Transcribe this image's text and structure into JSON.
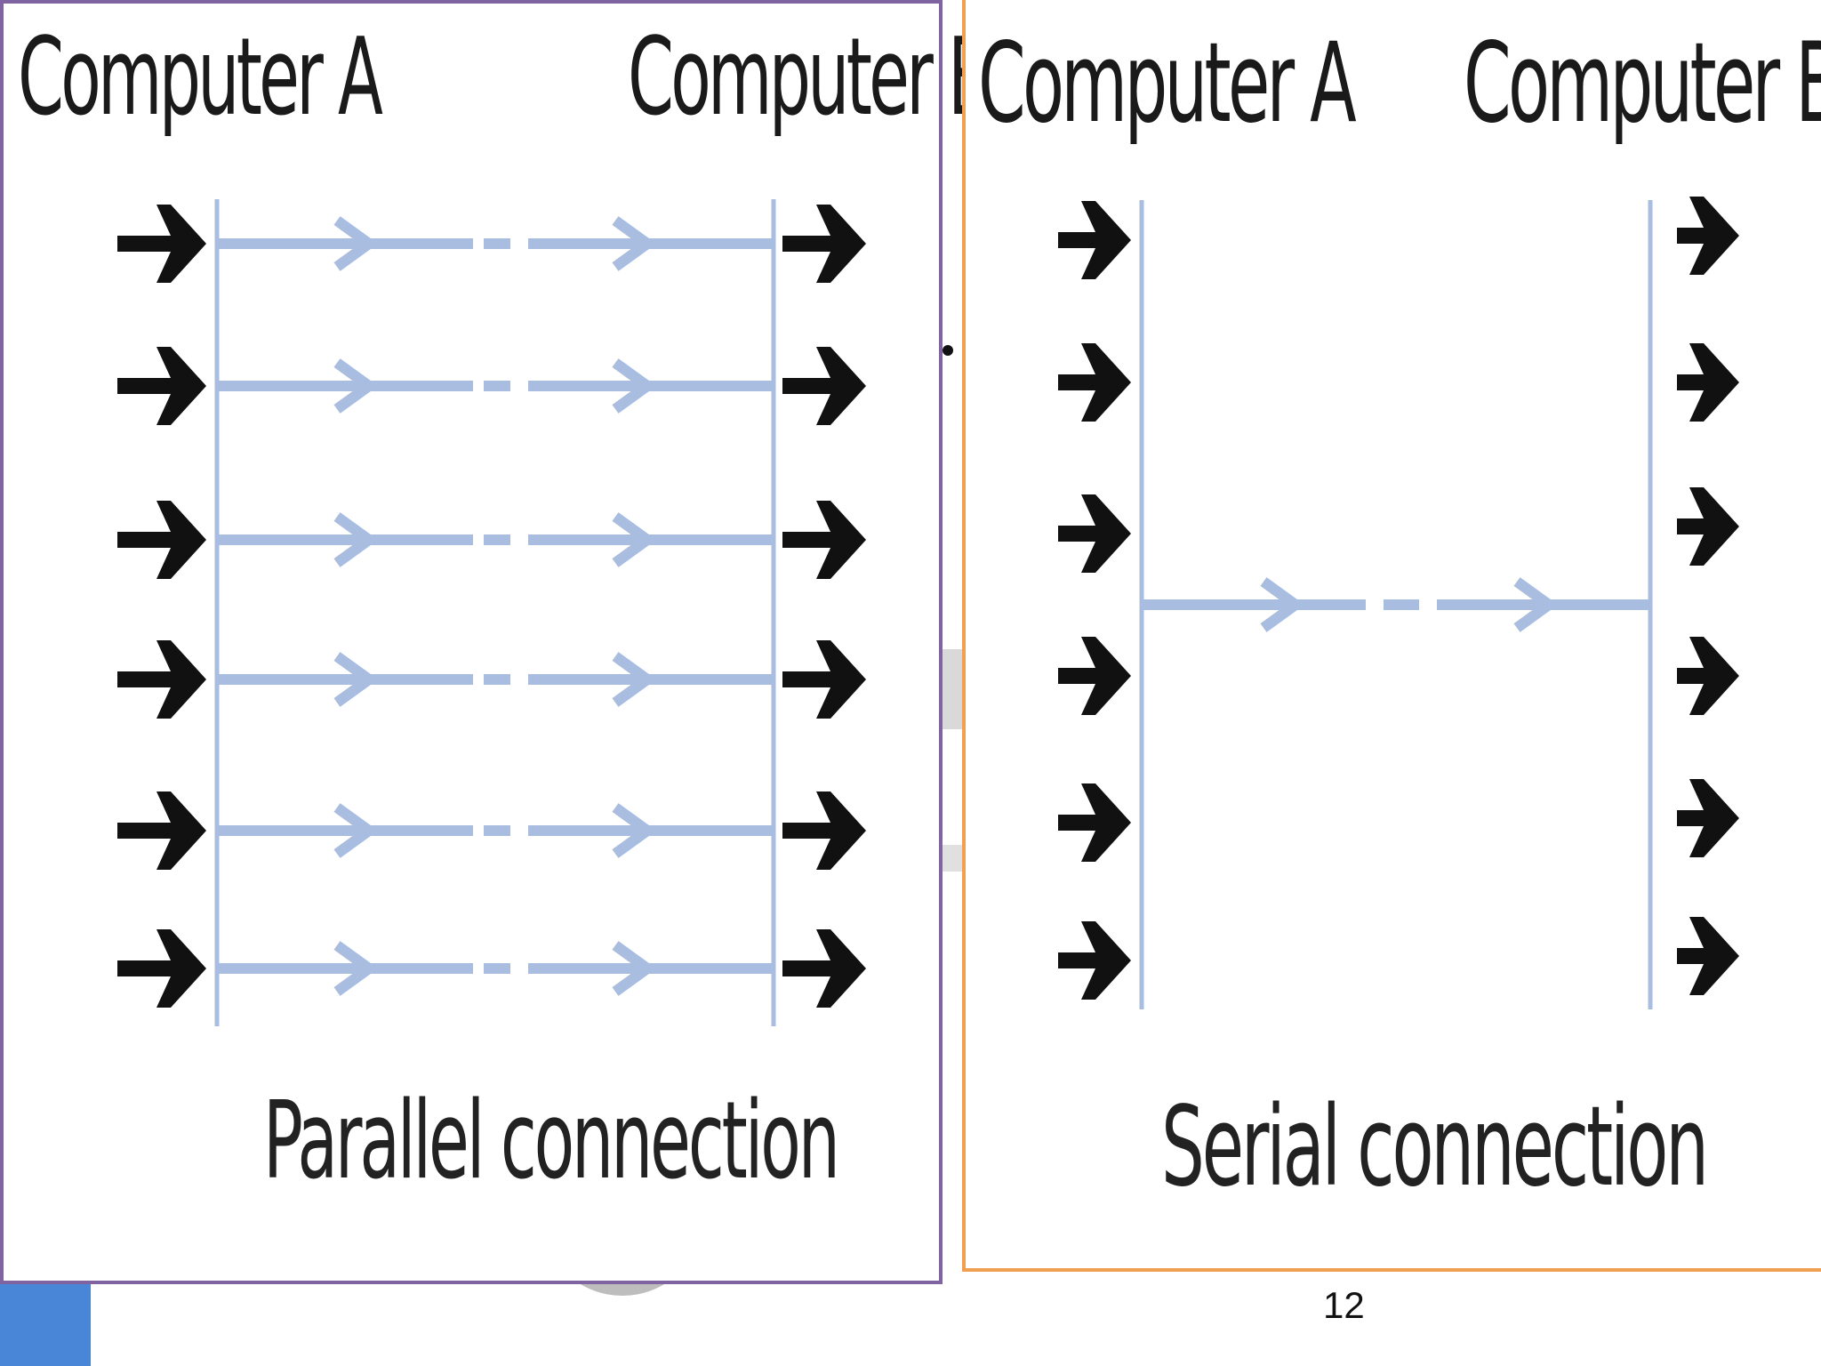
{
  "slide": {
    "page_number": "12"
  },
  "parallel": {
    "computer_a_label": "Computer A",
    "computer_b_label": "Computer B",
    "caption": "Parallel connection",
    "border_color": "#8064a2",
    "line_color": "#a8bde0",
    "arrow_color": "#111111",
    "lanes": 6
  },
  "serial": {
    "computer_a_label": "Computer A",
    "computer_b_label": "Computer B",
    "caption": "Serial connection",
    "border_color": "#f0a050",
    "line_color": "#a8bde0",
    "arrow_color": "#111111",
    "input_bits": 6,
    "output_bits": 6
  }
}
